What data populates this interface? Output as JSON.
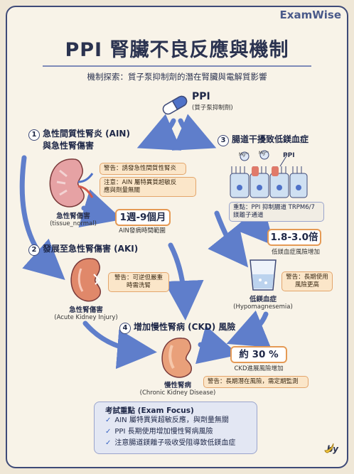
{
  "brand": "ExamWise",
  "title": "PPI 腎臟不良反應與機制",
  "subtitle": "機制探索：質子泵抑制劑的潛在腎臟與電解質影響",
  "drug": {
    "name": "PPI",
    "sub": "(質子泵抑制劑)"
  },
  "step1": {
    "num": "1",
    "title_line1": "急性間質性腎炎 (AIN)",
    "title_line2": "與急性腎傷害",
    "warn": "警告：誘發急性間質性腎炎",
    "caution_line1": "注意：AIN 屬特異質超敏反",
    "caution_line2": "應與劑量無關",
    "kidney_label": "急性腎傷害",
    "kidney_sub": "(tissue_normal)",
    "range_value": "1週-9個月",
    "range_caption": "AIN發病時間範圍"
  },
  "step2": {
    "num": "2",
    "title": "發展至急性腎傷害 (AKI)",
    "warn_line1": "警告：可逆但嚴重",
    "warn_line2": "時需洗腎",
    "kidney_label": "急性腎傷害",
    "kidney_sub": "(Acute Kidney Injury)"
  },
  "step3": {
    "num": "3",
    "title": "腸道干擾致低鎂血症",
    "ppi_tag": "PPI",
    "ion1": "Mg²⁺",
    "ion2": "Mg²⁺",
    "key_line1": "重點：PPI 抑制腸道 TRPM6/7",
    "key_line2": "鎂離子通道",
    "ratio_value": "1.8-3.0倍",
    "ratio_caption": "低鎂血症風險增加",
    "beaker_label": "低鎂血症",
    "beaker_sub": "(Hypomagnesemia)",
    "warn_line1": "警告：長期使用",
    "warn_line2": "風險更高"
  },
  "step4": {
    "num": "4",
    "title": "增加慢性腎病 (CKD) 風險",
    "kidney_label": "慢性腎病",
    "kidney_sub": "(Chronic Kidney Disease)",
    "pct_value": "約 30 %",
    "pct_caption": "CKD進展風險增加",
    "warn": "警告：長期潛在風險，需定期監測"
  },
  "focus": {
    "title": "考試重點 (Exam Focus)",
    "check": "✓",
    "items": [
      "AIN 屬特異質超敏反應，與劑量無關",
      "PPI 長期使用增加慢性腎病風險",
      "注意腸道鎂離子吸收受阻導致低鎂血症"
    ]
  },
  "signature": "by",
  "colors": {
    "primary": "#3e4a78",
    "accent": "#e59a55",
    "note_bg": "#fbe6c9",
    "focus_bg": "#e3e7f3"
  }
}
